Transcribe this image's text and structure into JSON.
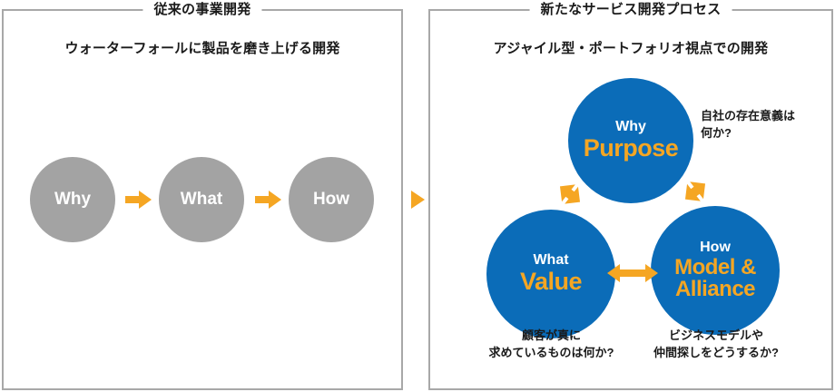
{
  "panels": {
    "legacy": {
      "title": "従来の事業開発",
      "subtitle": "ウォーターフォールに製品を磨き上げる開発",
      "steps": [
        {
          "label": "Why"
        },
        {
          "label": "What"
        },
        {
          "label": "How"
        }
      ]
    },
    "new": {
      "title": "新たなサービス開発プロセス",
      "subtitle": "アジャイル型・ポートフォリオ視点での開発",
      "nodes": [
        {
          "keyword": "Why",
          "value": "Purpose",
          "caption": "自社の存在意義は\n何か?"
        },
        {
          "keyword": "What",
          "value": "Value",
          "caption": "顧客が真に\n求めているものは何か?"
        },
        {
          "keyword": "How",
          "value": "Model\n&\nAlliance",
          "caption": "ビジネスモデルや\n仲間探しをどうするか?"
        }
      ]
    }
  },
  "icons": {
    "flow_arrow": "arrow-right-icon",
    "panel_connector": "triangle-right-icon",
    "double_arrow": "double-arrow-icon"
  },
  "colors": {
    "accent_orange": "#f5a623",
    "brand_blue": "#0b6cb8",
    "legacy_gray": "#a3a3a3",
    "panel_border": "#a8a8a8",
    "text": "#1a1a1a"
  }
}
